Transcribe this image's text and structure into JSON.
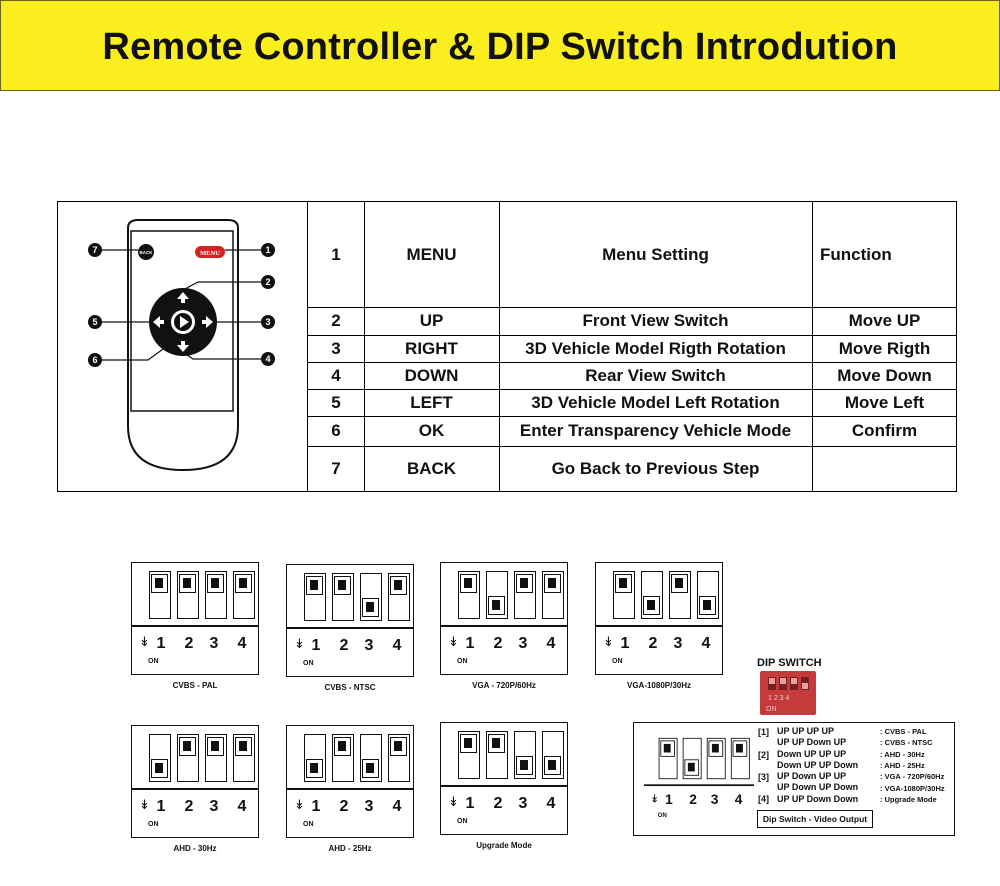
{
  "title": "Remote Controller & DIP Switch Introdution",
  "remote": {
    "menu_label": "MENU",
    "back_label": "BACK",
    "callouts": [
      "1",
      "2",
      "3",
      "4",
      "5",
      "6",
      "7"
    ]
  },
  "table": {
    "rows": [
      {
        "num": "1",
        "key": "MENU",
        "setting": "Menu Setting",
        "function": "Function"
      },
      {
        "num": "2",
        "key": "UP",
        "setting": "Front View Switch",
        "function": "Move UP"
      },
      {
        "num": "3",
        "key": "RIGHT",
        "setting": "3D Vehicle Model Rigth Rotation",
        "function": "Move Rigth"
      },
      {
        "num": "4",
        "key": "DOWN",
        "setting": "Rear View Switch",
        "function": "Move Down"
      },
      {
        "num": "5",
        "key": "LEFT",
        "setting": "3D Vehicle Model Left Rotation",
        "function": "Move Left"
      },
      {
        "num": "6",
        "key": "OK",
        "setting": "Enter Transparency Vehicle Mode",
        "function": "Confirm"
      },
      {
        "num": "7",
        "key": "BACK",
        "setting": "Go Back to Previous Step",
        "function": ""
      }
    ]
  },
  "dip": {
    "numbers": [
      "1",
      "2",
      "3",
      "4"
    ],
    "on_label": "ON",
    "diagrams": [
      {
        "caption": "CVBS - PAL",
        "states": [
          "up",
          "up",
          "up",
          "up"
        ]
      },
      {
        "caption": "CVBS - NTSC",
        "states": [
          "up",
          "up",
          "down",
          "up"
        ]
      },
      {
        "caption": "VGA - 720P/60Hz",
        "states": [
          "up",
          "down",
          "up",
          "up"
        ]
      },
      {
        "caption": "VGA-1080P/30Hz",
        "states": [
          "up",
          "down",
          "up",
          "down"
        ]
      },
      {
        "caption": "AHD - 30Hz",
        "states": [
          "down",
          "up",
          "up",
          "up"
        ]
      },
      {
        "caption": "AHD - 25Hz",
        "states": [
          "down",
          "up",
          "down",
          "up"
        ]
      },
      {
        "caption": "Upgrade Mode",
        "states": [
          "up",
          "up",
          "down",
          "down"
        ]
      }
    ]
  },
  "dip_photo": {
    "label": "DIP SWITCH",
    "numbers": "1 2 3 4",
    "on_label": "ON"
  },
  "legend": {
    "states": [
      "up",
      "down",
      "up",
      "up"
    ],
    "groups": [
      {
        "tag": "[1]",
        "lines": [
          "UP UP UP UP",
          "UP UP Down UP"
        ]
      },
      {
        "tag": "[2]",
        "lines": [
          "Down UP UP UP",
          "Down UP UP Down"
        ]
      },
      {
        "tag": "[3]",
        "lines": [
          "UP Down UP UP",
          "UP Down UP Down"
        ]
      },
      {
        "tag": "[4]",
        "lines": [
          "UP UP Down Down"
        ]
      }
    ],
    "outputs": [
      ": CVBS - PAL",
      ": CVBS - NTSC",
      ": AHD - 30Hz",
      ": AHD - 25Hz",
      ": VGA - 720P/60Hz",
      ": VGA-1080P/30Hz",
      ": Upgrade Mode"
    ],
    "footer": "Dip Switch - Video Output"
  }
}
